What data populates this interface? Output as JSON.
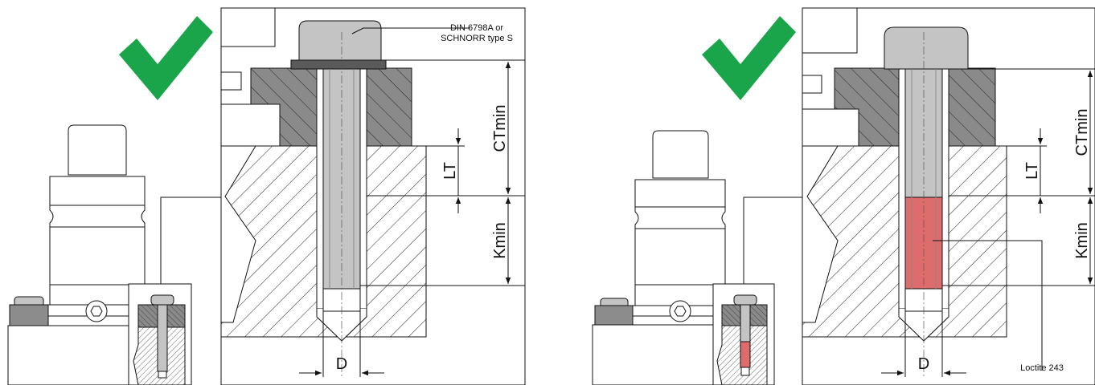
{
  "colors": {
    "check": "#1ba54a",
    "steel": "#c4c4c4",
    "clamp": "#8c8c8c",
    "washer": "#5a5a5a",
    "loctite": "#de6c6c",
    "line": "#111111"
  },
  "panels": [
    {
      "check_icon": "check-mark-icon",
      "washer_label_1": "DIN 6798A or",
      "washer_label_2": "SCHNORR type S",
      "dim_ct": "CTmin",
      "dim_lt": "LT",
      "dim_k": "Kmin",
      "dim_d": "D",
      "adhesive_label": ""
    },
    {
      "check_icon": "check-mark-icon",
      "washer_label_1": "",
      "washer_label_2": "",
      "dim_ct": "CTmin",
      "dim_lt": "LT",
      "dim_k": "Kmin",
      "dim_d": "D",
      "adhesive_label": "Loctite 243"
    }
  ]
}
